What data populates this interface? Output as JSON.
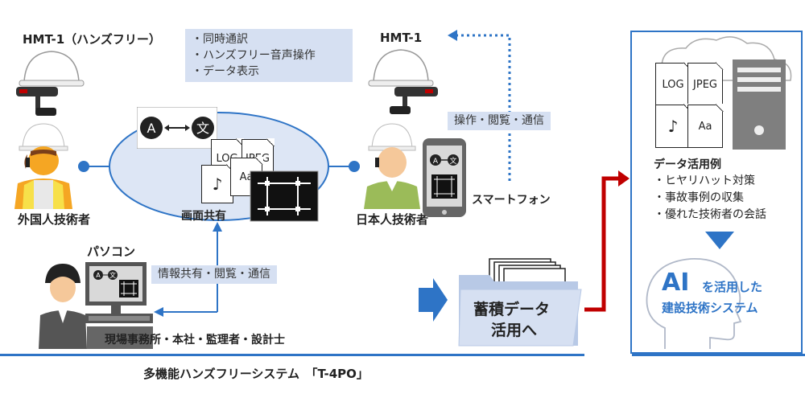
{
  "left_worker": {
    "device_label": "HMT-1（ハンズフリー）",
    "role_label": "外国人技術者"
  },
  "features": [
    "・同時通訳",
    "・ハンズフリー音声操作",
    "・データ表示"
  ],
  "right_worker": {
    "device_label": "HMT-1",
    "role_label": "日本人技術者"
  },
  "operation_box": "操作・閲覧・通信",
  "screen_share": {
    "label": "画面共有",
    "translate_from": "A",
    "translate_to": "文",
    "files": [
      "LOG",
      "JPEG",
      "♪",
      "Aa"
    ]
  },
  "smartphone": {
    "label": "スマートフォン",
    "translate_from": "A",
    "translate_to": "文"
  },
  "pc": {
    "label": "パソコン",
    "info_box": "情報共有・閲覧・通信",
    "office_label": "現場事務所・本社・監理者・設計士",
    "translate_from": "A",
    "translate_to": "文"
  },
  "storage": {
    "line1": "蓄積データ",
    "line2": "活用へ"
  },
  "system_title": "多機能ハンズフリーシステム　「T-4PO」",
  "data_usage": {
    "files": [
      "LOG",
      "JPEG",
      "♪",
      "Aa"
    ],
    "title": "データ活用例",
    "items": [
      "・ヒヤリハット対策",
      "・事故事例の収集",
      "・優れた技術者の会話"
    ]
  },
  "ai": {
    "big": "AI",
    "line1": "を活用した",
    "line2": "建設技術システム"
  },
  "colors": {
    "accent_blue": "#2e74c6",
    "label_bg": "#d6e0f2",
    "ellipse_fill": "#dde6f5",
    "red_arrow": "#c00000"
  }
}
